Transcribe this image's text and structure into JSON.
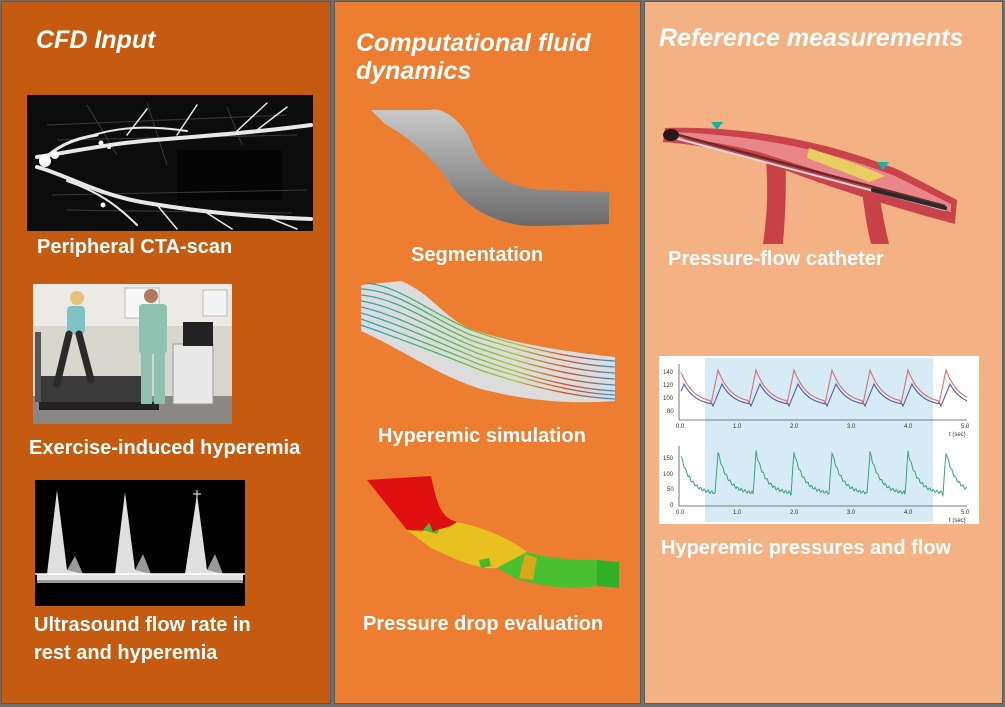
{
  "columns": {
    "input": {
      "title": "CFD Input",
      "items": [
        {
          "label": "Peripheral CTA-scan"
        },
        {
          "label": "Exercise-induced hyperemia"
        },
        {
          "label_line1": "Ultrasound flow rate in",
          "label_line2": "rest and hyperemia"
        }
      ]
    },
    "cfd": {
      "title_line1": "Computational fluid",
      "title_line2": "dynamics",
      "items": [
        {
          "label": "Segmentation"
        },
        {
          "label": "Hyperemic simulation"
        },
        {
          "label": "Pressure drop evaluation"
        }
      ]
    },
    "reference": {
      "title": "Reference measurements",
      "items": [
        {
          "label": "Pressure-flow catheter"
        },
        {
          "label": "Hyperemic pressures and flow"
        }
      ],
      "pressure_plot": {
        "y_ticks": [
          "140",
          "120",
          "100",
          "80"
        ],
        "x_ticks": [
          "0.0",
          "1.0",
          "2.0",
          "3.0",
          "4.0",
          "5.0"
        ],
        "x_unit": "t (sec)"
      },
      "flow_plot": {
        "y_ticks": [
          "150",
          "100",
          "50",
          "0"
        ],
        "x_ticks": [
          "0.0",
          "1.0",
          "2.0",
          "3.0",
          "4.0",
          "5.0"
        ],
        "x_unit": "t (sec)"
      }
    }
  },
  "colors": {
    "col1_bg": "#c55a11",
    "col2_bg": "#ed7d31",
    "col3_bg": "#f4b183",
    "pressure_aortic": "#d9706f",
    "pressure_distal": "#5858a8",
    "flow_trace": "#3aa37a"
  }
}
